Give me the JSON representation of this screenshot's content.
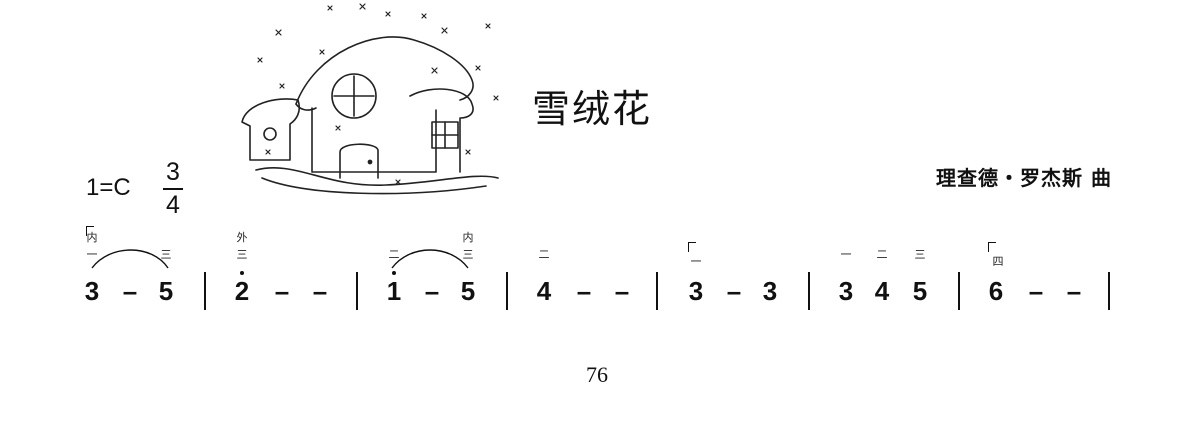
{
  "title": "雪绒花",
  "composer": "理查德・罗杰斯 曲",
  "key_signature": "1=C",
  "time_signature": {
    "numerator": "3",
    "denominator": "4"
  },
  "page_number": "76",
  "illustration": "snowy-house-icon",
  "score": {
    "m1": {
      "n1": "3",
      "dash": "–",
      "n2": "5",
      "f_hi": "内",
      "f_lo1": "一",
      "f_lo2": "三"
    },
    "m2": {
      "n1": "2",
      "dash1": "–",
      "dash2": "–",
      "f_hi": "外",
      "f_lo": "三"
    },
    "m3": {
      "n1": "1",
      "dash": "–",
      "n2": "5",
      "f_hi": "内",
      "f_lo1": "二",
      "f_lo2": "三"
    },
    "m4": {
      "n1": "4",
      "dash1": "–",
      "dash2": "–",
      "f_lo": "二"
    },
    "m5": {
      "n1": "3",
      "dash": "–",
      "n2": "3",
      "f_lo": "一"
    },
    "m6": {
      "n1": "3",
      "n2": "4",
      "n3": "5",
      "f_lo1": "一",
      "f_lo2": "二",
      "f_lo3": "三"
    },
    "m7": {
      "n1": "6",
      "dash1": "–",
      "dash2": "–",
      "f_lo": "四"
    }
  }
}
